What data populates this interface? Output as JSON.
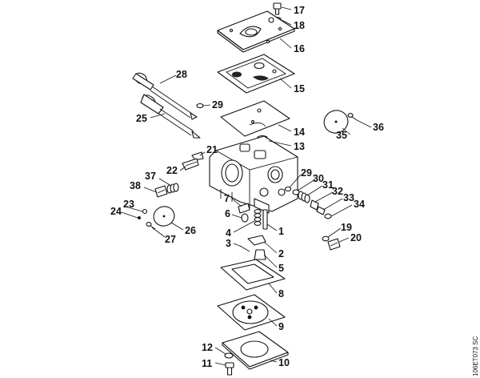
{
  "diagram": {
    "figure_code": "106ET073 SC",
    "callouts": [
      "1",
      "2",
      "3",
      "4",
      "5",
      "6",
      "7",
      "8",
      "9",
      "10",
      "11",
      "12",
      "13",
      "14",
      "15",
      "16",
      "17",
      "18",
      "19",
      "20",
      "21",
      "22",
      "23",
      "24",
      "25",
      "26",
      "27",
      "28",
      "29",
      "29",
      "30",
      "31",
      "32",
      "33",
      "34",
      "35",
      "36",
      "37",
      "38"
    ]
  }
}
